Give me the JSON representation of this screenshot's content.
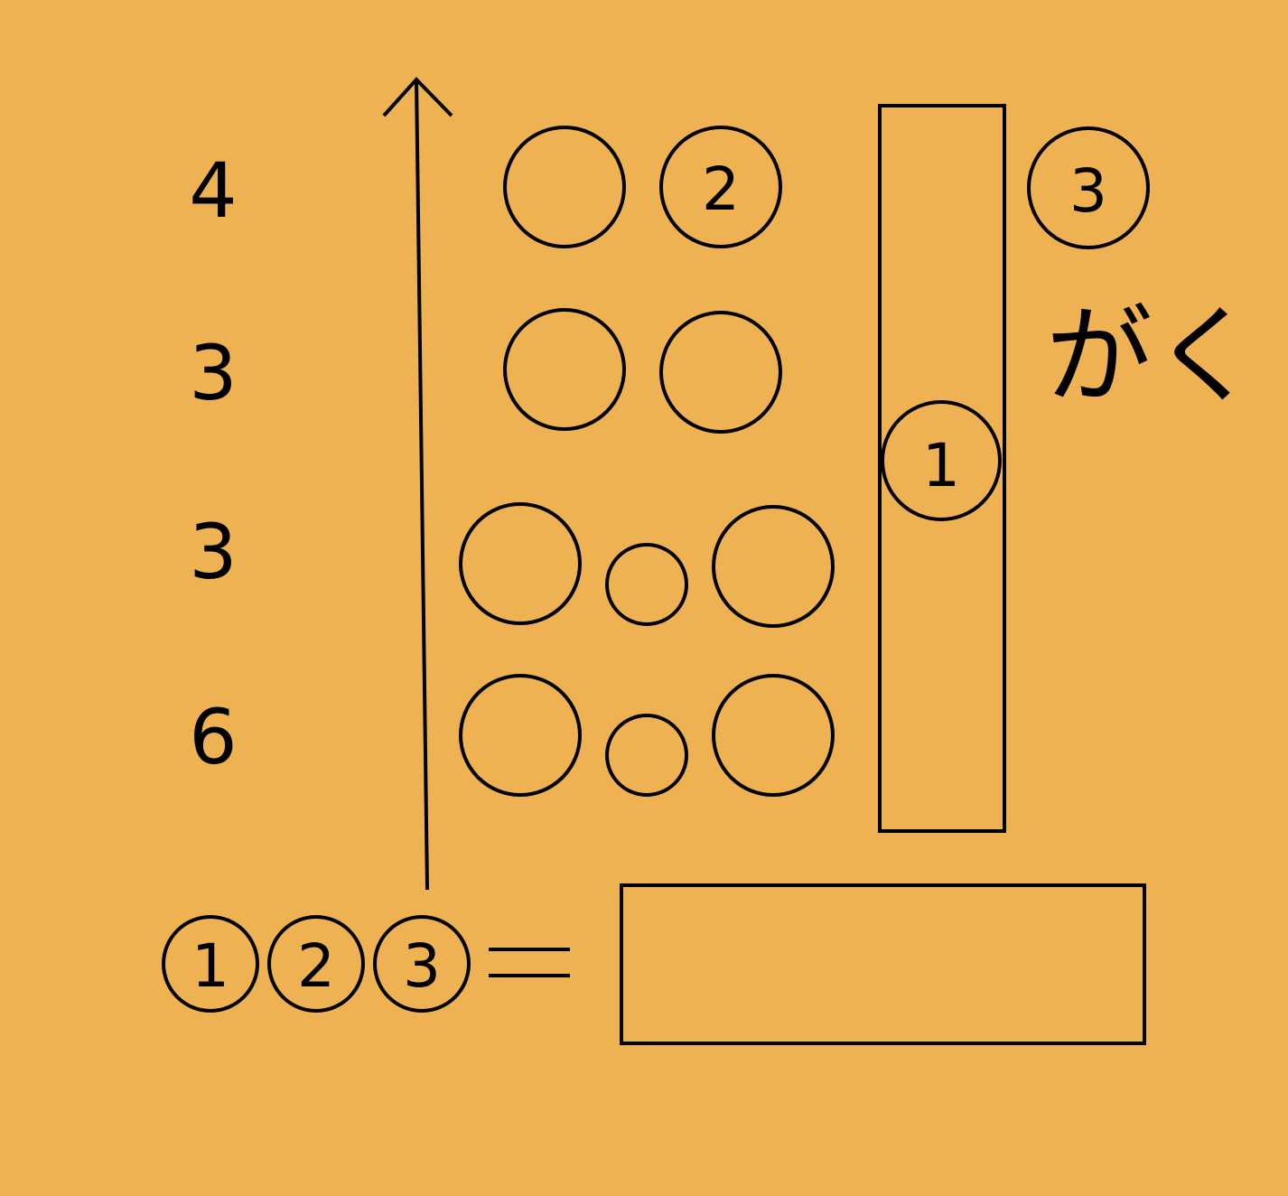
{
  "colors": {
    "background": "#efb253",
    "ink": "#000000"
  },
  "row_numbers": [
    "4",
    "3",
    "3",
    "6"
  ],
  "circle_marks": {
    "two": "2",
    "three": "3",
    "one": "1"
  },
  "kana_label": "がく",
  "equation": {
    "marks": [
      "1",
      "2",
      "3"
    ],
    "equals": "="
  }
}
